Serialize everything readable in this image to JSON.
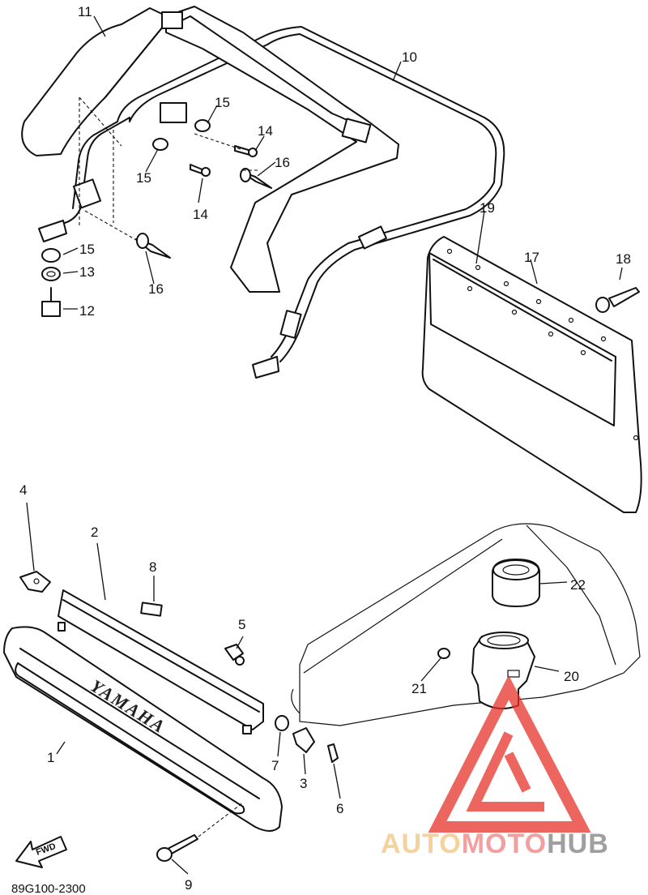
{
  "diagram": {
    "drawing_code": "89G100-2300",
    "fwd_label": "FWD",
    "emblem_text": "YAMAHA",
    "callouts": [
      "1",
      "2",
      "3",
      "4",
      "5",
      "6",
      "7",
      "8",
      "9",
      "10",
      "11",
      "12",
      "13",
      "14",
      "15",
      "16",
      "17",
      "18",
      "19",
      "20",
      "21",
      "22"
    ],
    "callout_repeats": {
      "14b": "14",
      "15b": "15",
      "15c": "15",
      "16b": "16"
    }
  },
  "watermark": {
    "part1": "AUTO",
    "part2": "MOTO",
    "part3": "HUB",
    "colors": {
      "auto": "#f4c27a",
      "moto": "#f08080",
      "hub": "#7f7f7f",
      "logo": "#e8322a"
    }
  }
}
